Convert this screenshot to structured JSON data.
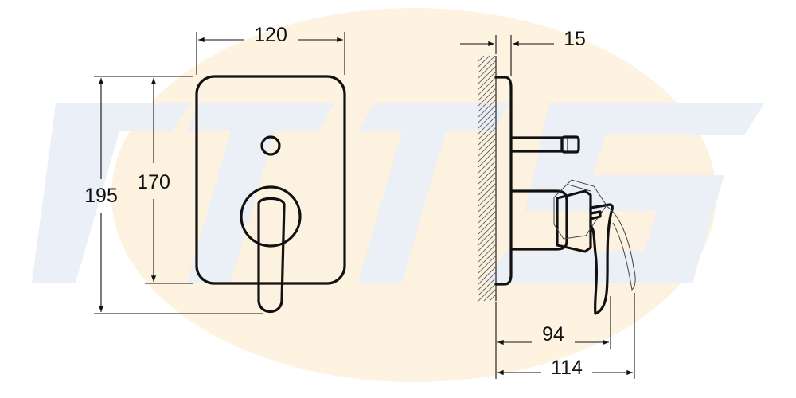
{
  "dimensions": {
    "plate_width": "120",
    "plate_height": "170",
    "overall_height": "195",
    "depth_plate": "15",
    "depth_handle_base": "94",
    "depth_total": "114"
  },
  "colors": {
    "line": "#111111",
    "watermark_orange": "#f6d79c",
    "watermark_blue": "#cfd8ea",
    "background": "#ffffff"
  },
  "icons": {
    "watermark": "brand-watermark-icon",
    "front_view": "valve-front-view-icon",
    "side_view": "valve-side-view-icon"
  }
}
